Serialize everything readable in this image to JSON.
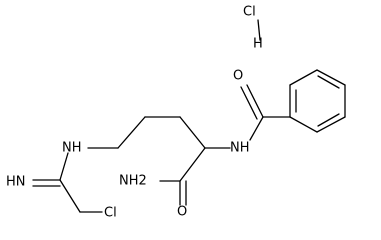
{
  "molecule": {
    "atoms": {
      "hcl_cl": "Cl",
      "hcl_h": "H",
      "amide_o": "O",
      "amide_nh": "NH",
      "primary_amide_nh2": "NH2",
      "primary_amide_o": "O",
      "chain_nh": "NH",
      "imine_hn": "HN",
      "chloro_cl": "Cl"
    },
    "colors": {
      "bond": "#000000",
      "label": "#000000",
      "background": "#ffffff"
    }
  }
}
